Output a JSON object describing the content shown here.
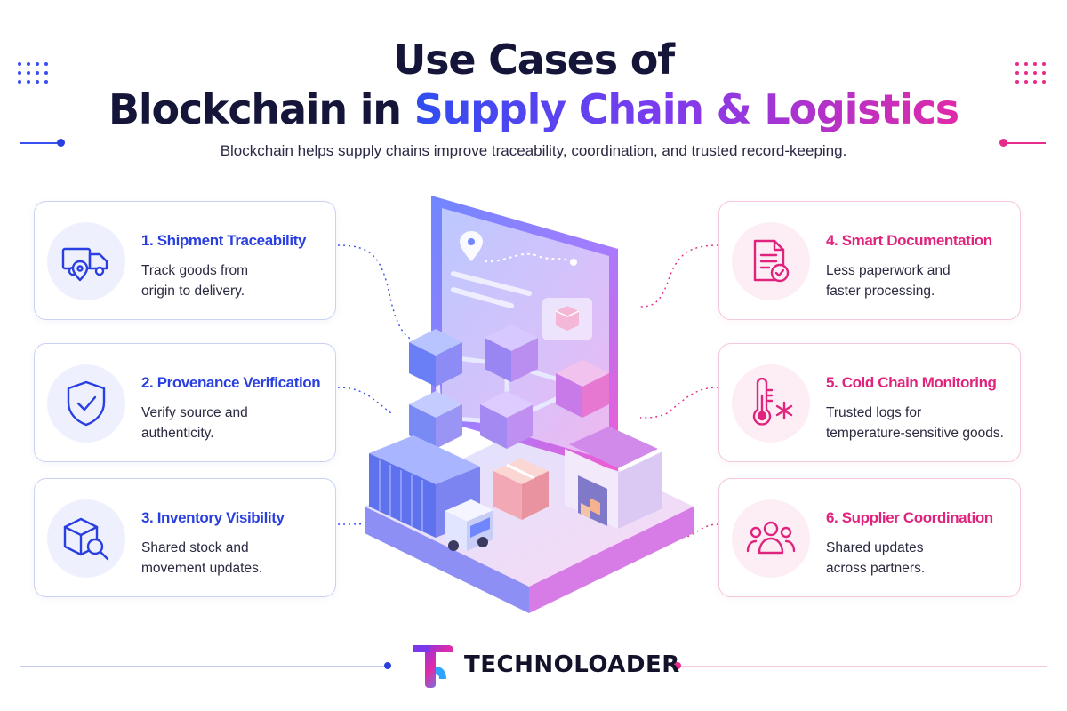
{
  "title": {
    "line1": "Use Cases of",
    "line2_dark": "Blockchain in",
    "line2_gradient": "Supply Chain & Logistics"
  },
  "subtitle": "Blockchain helps supply chains improve traceability, coordination, and trusted record-keeping.",
  "colors": {
    "blue": "#2a3fe0",
    "magenta": "#e0247e",
    "dark": "#15153a"
  },
  "cards": [
    {
      "title": "1. Shipment Traceability",
      "desc_line1": "Track goods from",
      "desc_line2": "origin to delivery.",
      "icon": "truck-location-icon"
    },
    {
      "title": "2. Provenance Verification",
      "desc_line1": "Verify source and",
      "desc_line2": "authenticity.",
      "icon": "shield-check-icon"
    },
    {
      "title": "3. Inventory Visibility",
      "desc_line1": "Shared stock and",
      "desc_line2": "movement updates.",
      "icon": "box-search-icon"
    },
    {
      "title": "4. Smart Documentation",
      "desc_line1": "Less paperwork and",
      "desc_line2": "faster processing.",
      "icon": "document-check-icon"
    },
    {
      "title": "5. Cold Chain Monitoring",
      "desc_line1": "Trusted logs for",
      "desc_line2": "temperature-sensitive goods.",
      "icon": "thermometer-snowflake-icon"
    },
    {
      "title": "6. Supplier Coordination",
      "desc_line1": "Shared updates",
      "desc_line2": "across partners.",
      "icon": "people-group-icon"
    }
  ],
  "brand": {
    "name": "TECHNOLOADER"
  }
}
